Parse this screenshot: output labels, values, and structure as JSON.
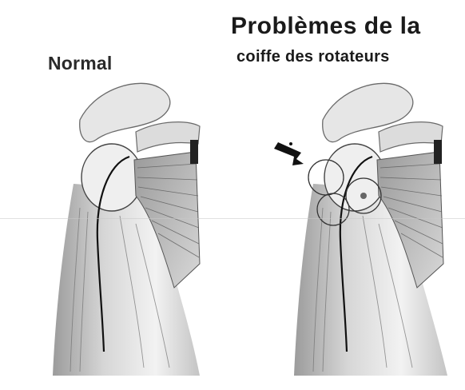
{
  "labels": {
    "normal": "Normal",
    "title": "Problèmes de la",
    "subtitle": "coiffe des rotateurs"
  },
  "colors": {
    "ink": "#1a1a1a",
    "shade": "#8a8a8a",
    "light_shade": "#c8c8c8"
  }
}
